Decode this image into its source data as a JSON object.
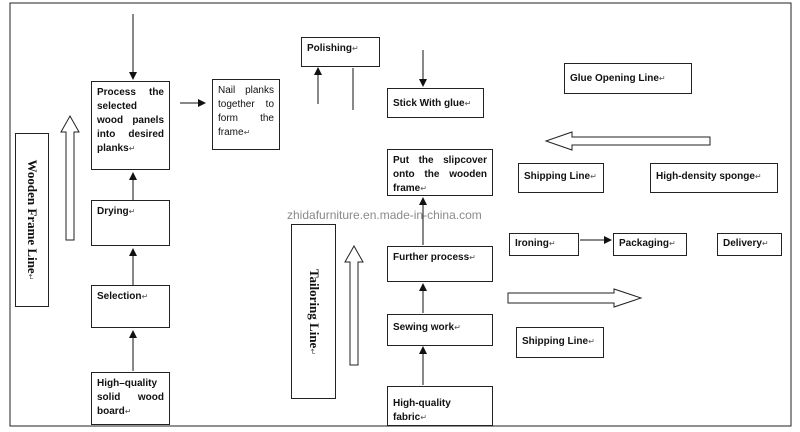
{
  "diagram": {
    "return_mark": "↵",
    "watermark": "zhidafurniture.en.made-in-china.com",
    "wooden_frame_line": {
      "title": "Wooden Frame Line",
      "steps": {
        "high_quality_wood": "High–quality solid wood board",
        "selection": "Selection",
        "drying": "Drying",
        "process_panels": "Process the selected wood panels into desired planks",
        "nail_planks": "Nail planks together to form the frame"
      }
    },
    "tailoring_line": {
      "title": "Tailoring Line",
      "steps": {
        "high_quality_fabric": "High-quality fabric",
        "sewing_work": "Sewing work",
        "further_process": "Further process",
        "put_slipcover": "Put the slipcover onto the wooden frame",
        "stick_with_glue": "Stick With glue",
        "polishing": "Polishing"
      }
    },
    "other_lines": {
      "glue_opening_line": "Glue Opening Line",
      "shipping_line_top": "Shipping Line",
      "high_density_sponge": "High-density sponge",
      "ironing": "Ironing",
      "packaging": "Packaging",
      "delivery": "Delivery",
      "shipping_line_bottom": "Shipping Line"
    }
  }
}
